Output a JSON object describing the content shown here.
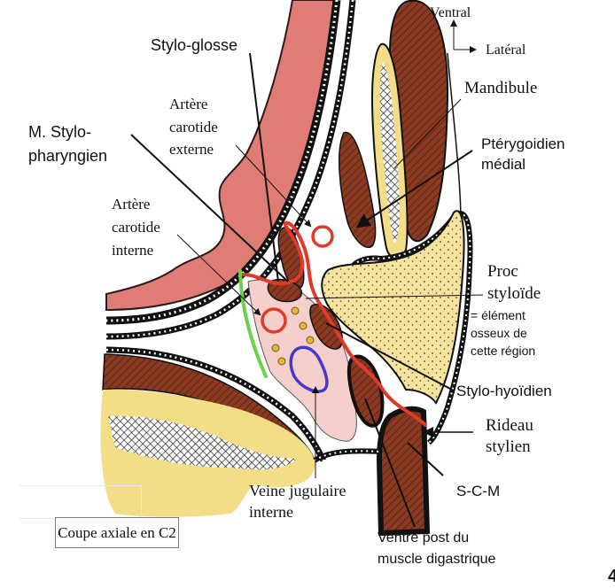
{
  "figure": {
    "caption": "Coupe axiale en C2",
    "page_number_glyph": "4",
    "orientation": {
      "ventral": "Ventral",
      "lateral": "Latéral"
    },
    "labels": {
      "stylo_glosse": "Stylo-glosse",
      "m_stylo_line1": "M. Stylo-",
      "m_stylo_line2": "pharyngien",
      "carotide_externe_l1": "Artère",
      "carotide_externe_l2": "carotide",
      "carotide_externe_l3": "externe",
      "carotide_interne_l1": "Artère",
      "carotide_interne_l2": "carotide",
      "carotide_interne_l3": "interne",
      "mandibule": "Mandibule",
      "pterygoidien_l1": "Ptérygoidien",
      "pterygoidien_l2": "médial",
      "proc_l1": "Proc",
      "proc_l2": "styloïde",
      "proc_note_l1": "= élément",
      "proc_note_l2": "osseux de",
      "proc_note_l3": "cette région",
      "stylo_hyoidien": "Stylo-hyoïdien",
      "rideau_l1": "Rideau",
      "rideau_l2": "stylien",
      "scm": "S-C-M",
      "veine_l1": "Veine jugulaire",
      "veine_l2": "interne",
      "digastrique_l1": "Ventre post du",
      "digastrique_l2": "muscle digastrique"
    },
    "colors": {
      "muscle": "#8b3a22",
      "bone": "#f3dd86",
      "mucosa": "#e07c76",
      "artery": "#e03a2b",
      "vein": "#4a38c8",
      "nerve": "#e0b640",
      "fascia_green": "#6ad34a",
      "space_pink": "#f5cfcb"
    }
  }
}
